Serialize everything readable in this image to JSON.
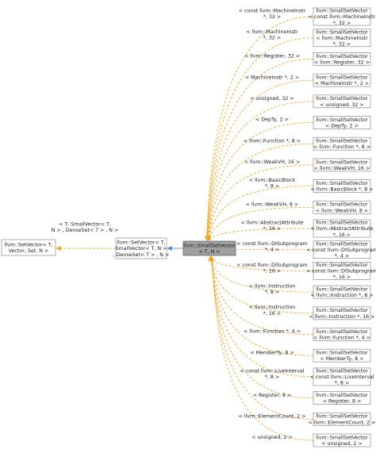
{
  "diagram": {
    "focus": [
      "llvm::SmallSetVector",
      "< T, N >"
    ],
    "base_chain": [
      {
        "id": "setvector-smallvector",
        "lines": [
          "llvm::SetVector< T,",
          "SmallVector< T, N >",
          ", DenseSet< T > , N >"
        ]
      },
      {
        "id": "setvector-tn",
        "lines": [
          "llvm::SetVector< T,",
          "Vector, Set, N >"
        ]
      }
    ],
    "base_edge_label": [
      "< T, SmallVector< T,",
      "N > , DenseSet< T > , N >"
    ],
    "instances": [
      {
        "lines": [
          "llvm::SmallSetVector",
          "< const llvm::MachineInstr",
          "*, 32 >"
        ],
        "label": [
          "< const llvm::MachineInstr",
          "*, 32 >"
        ]
      },
      {
        "lines": [
          "llvm::SmallSetVector",
          "< llvm::MachineInstr",
          "*, 32 >"
        ],
        "label": [
          "< llvm::MachineInstr",
          "*, 32 >"
        ]
      },
      {
        "lines": [
          "llvm::SmallSetVector",
          "< llvm::Register, 32 >"
        ],
        "label": [
          "< llvm::Register, 32 >"
        ]
      },
      {
        "lines": [
          "llvm::SmallSetVector",
          "< MachineInstr *, 2 >"
        ],
        "label": [
          "< MachineInstr *, 2 >"
        ]
      },
      {
        "lines": [
          "llvm::SmallSetVector",
          "< unsigned, 32 >"
        ],
        "label": [
          "< unsigned, 32 >"
        ]
      },
      {
        "lines": [
          "llvm::SmallSetVector",
          "< DepTy, 2 >"
        ],
        "label": [
          "< DepTy, 2 >"
        ]
      },
      {
        "lines": [
          "llvm::SmallSetVector",
          "< llvm::Function *, 8 >"
        ],
        "label": [
          "< llvm::Function *, 8 >"
        ]
      },
      {
        "lines": [
          "llvm::SmallSetVector",
          "< llvm::WeakVH, 16 >"
        ],
        "label": [
          "< llvm::WeakVH, 16 >"
        ]
      },
      {
        "lines": [
          "llvm::SmallSetVector",
          "< llvm::BasicBlock *, 8 >"
        ],
        "label": [
          "< llvm::BasicBlock",
          "*, 8 >"
        ]
      },
      {
        "lines": [
          "llvm::SmallSetVector",
          "< llvm::WeakVH, 8 >"
        ],
        "label": [
          "< llvm::WeakVH, 8 >"
        ]
      },
      {
        "lines": [
          "llvm::SmallSetVector",
          "< llvm::AbstractAttribute",
          "*, 16 >"
        ],
        "label": [
          "< llvm::AbstractAttribute",
          "*, 16 >"
        ]
      },
      {
        "lines": [
          "llvm::SmallSetVector",
          "< const llvm::DISubprogram",
          "*, 4 >"
        ],
        "label": [
          "< const llvm::DISubprogram",
          "*, 4 >"
        ]
      },
      {
        "lines": [
          "llvm::SmallSetVector",
          "< const llvm::DISubprogram",
          "*, 16 >"
        ],
        "label": [
          "< const llvm::DISubprogram",
          "*, 16 >"
        ]
      },
      {
        "lines": [
          "llvm::SmallSetVector",
          "< llvm::Instruction *, 8 >"
        ],
        "label": [
          "< llvm::Instruction",
          "*, 8 >"
        ]
      },
      {
        "lines": [
          "llvm::SmallSetVector",
          "< llvm::Instruction *, 16 >"
        ],
        "label": [
          "< llvm::Instruction",
          "*, 16 >"
        ]
      },
      {
        "lines": [
          "llvm::SmallSetVector",
          "< llvm::Function *, 4 >"
        ],
        "label": [
          "< llvm::Function *, 4 >"
        ]
      },
      {
        "lines": [
          "llvm::SmallSetVector",
          "< MemberTy, 8 >"
        ],
        "label": [
          "< MemberTy, 8 >"
        ]
      },
      {
        "lines": [
          "llvm::SmallSetVector",
          "< const llvm::LiveInterval",
          "*, 8 >"
        ],
        "label": [
          "< const llvm::LiveInterval",
          "*, 8 >"
        ]
      },
      {
        "lines": [
          "llvm::SmallSetVector",
          "< Register, 8 >"
        ],
        "label": [
          "< Register, 8 >"
        ]
      },
      {
        "lines": [
          "llvm::SmallSetVector",
          "< llvm::ElementCount, 2 >"
        ],
        "label": [
          "< llvm::ElementCount, 2 >"
        ]
      },
      {
        "lines": [
          "llvm::SmallSetVector",
          "< unsigned, 2 >"
        ],
        "label": [
          "< unsigned, 2 >"
        ]
      }
    ]
  }
}
